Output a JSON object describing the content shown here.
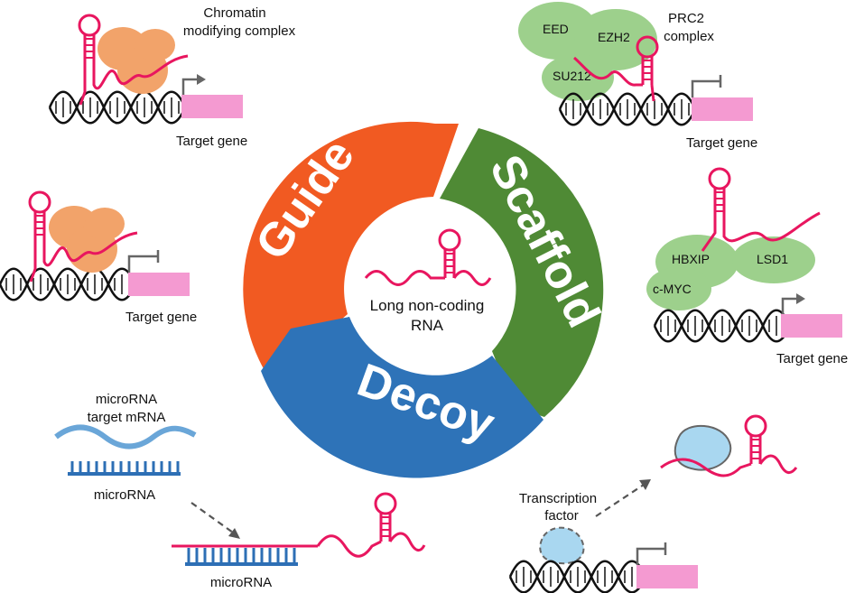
{
  "center": {
    "line1": "Long non-coding",
    "line2": "RNA"
  },
  "segments": {
    "guide": "Guide",
    "scaffold": "Scaffold",
    "decoy": "Decoy"
  },
  "panels": {
    "top_left": {
      "complex_line1": "Chromatin",
      "complex_line2": "modifying complex",
      "target": "Target gene"
    },
    "mid_left": {
      "target": "Target gene"
    },
    "top_right": {
      "p1": "EED",
      "p2": "EZH2",
      "p3": "SU212",
      "complex_line1": "PRC2",
      "complex_line2": "complex",
      "target": "Target gene"
    },
    "mid_right": {
      "p1": "HBXIP",
      "p2": "LSD1",
      "p3": "c-MYC",
      "target": "Target gene"
    },
    "bottom_left": {
      "mrna_line1": "microRNA",
      "mrna_line2": "target mRNA",
      "mirna": "microRNA",
      "mirna_bound": "microRNA"
    },
    "bottom_right": {
      "tf_line1": "Transcription",
      "tf_line2": "factor"
    }
  },
  "colors": {
    "guide": "#f15a22",
    "scaffold": "#4f8a35",
    "decoy": "#2e73b8",
    "rna": "#e8165f",
    "gene": "#f49ad1",
    "chromatin_complex": "#f2a36a",
    "scaffold_protein": "#9dd08c",
    "tf": "#a9d7f0",
    "mirna": "#2d6fb5",
    "mrna": "#6aa6d8"
  }
}
